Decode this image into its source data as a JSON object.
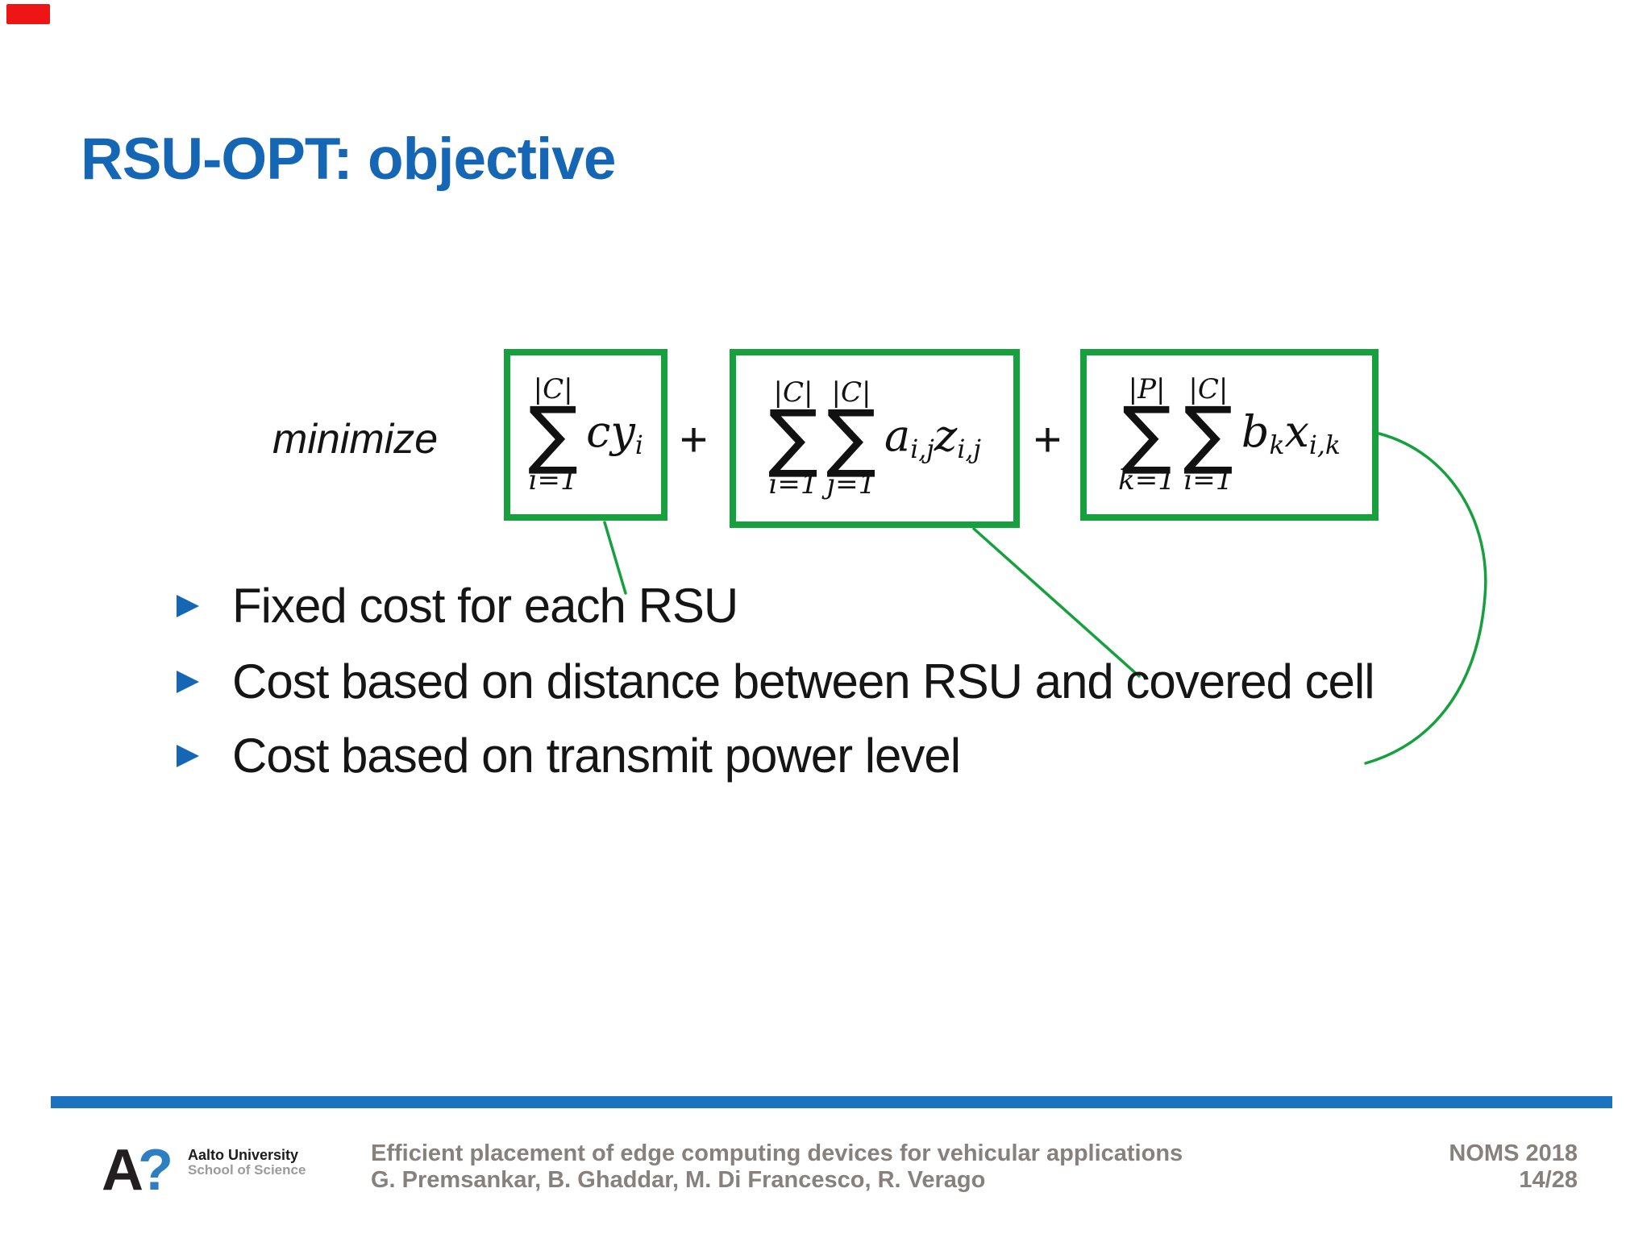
{
  "slide": {
    "title": "RSU-OPT: objective"
  },
  "formula": {
    "operator": "minimize",
    "plus1": "+",
    "plus2": "+",
    "sigma1": "∑",
    "sigma2": "∑",
    "sigma3": "∑",
    "sigma4": "∑",
    "sigma5": "∑",
    "term1": {
      "limit_top": "|C|",
      "limit_bottom": "i=1",
      "body": "cy",
      "body_sub": "i"
    },
    "term2": {
      "sum1_top": "|C|",
      "sum1_bottom": "i=1",
      "sum2_top": "|C|",
      "sum2_bottom": "j=1",
      "body1": "a",
      "body1_sub": "i,j",
      "body2": "z",
      "body2_sub": "i,j"
    },
    "term3": {
      "sum1_top": "|P|",
      "sum1_bottom": "k=1",
      "sum2_top": "|C|",
      "sum2_bottom": "i=1",
      "body1": "b",
      "body1_sub": "k",
      "body2": "x",
      "body2_sub": "i,k"
    }
  },
  "bullets": [
    {
      "label": "Fixed cost for each RSU"
    },
    {
      "label": "Cost based on distance between RSU and covered cell"
    },
    {
      "label": "Cost based on transmit power level"
    }
  ],
  "footer": {
    "logo_a": "A",
    "logo_q": "?",
    "affiliation_name": "Aalto University",
    "affiliation_school": "School of Science",
    "presentation_title": "Efficient placement of edge computing devices for vehicular applications",
    "authors": "G. Premsankar, B. Ghaddar, M. Di Francesco, R. Verago",
    "conference": "NOMS 2018",
    "page_number": "14/28"
  },
  "colors": {
    "title_blue": "#1567b5",
    "bullet_blue": "#1567b5",
    "box_green": "#16a03e",
    "footer_bar_blue": "#1b72c0",
    "logo_question_blue": "#2e7fc2",
    "footer_text_gray": "#87817d",
    "red_marker": "#ed1515"
  }
}
